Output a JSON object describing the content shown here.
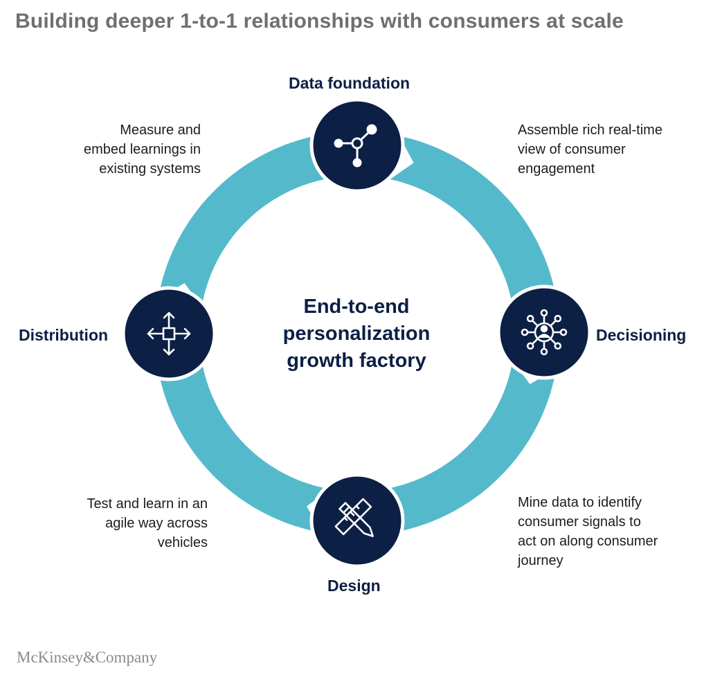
{
  "title": "Building deeper 1-to-1 relationships with consumers at scale",
  "center": {
    "lines": [
      "End-to-end",
      "personalization",
      "growth factory"
    ]
  },
  "stages": {
    "data_foundation": {
      "label": "Data foundation",
      "icon": "network-nodes-icon"
    },
    "decisioning": {
      "label": "Decisioning",
      "icon": "person-hub-icon"
    },
    "design": {
      "label": "Design",
      "icon": "pencil-ruler-icon"
    },
    "distribution": {
      "label": "Distribution",
      "icon": "move-arrows-icon"
    }
  },
  "descriptions": {
    "top_right": [
      "Assemble rich real-time",
      "view of consumer",
      "engagement"
    ],
    "bottom_right": [
      "Mine data to identify",
      "consumer signals to",
      "act on along consumer",
      "journey"
    ],
    "bottom_left": [
      "Test and learn in an",
      "agile way across",
      "vehicles"
    ],
    "top_left": [
      "Measure and",
      "embed learnings in",
      "existing systems"
    ]
  },
  "brand": "McKinsey&Company",
  "colors": {
    "arrow": "#55b9cc",
    "node": "#0c1f45",
    "node_ring": "#ffffff",
    "title": "#6f6f6f",
    "text": "#1c1c1c"
  }
}
